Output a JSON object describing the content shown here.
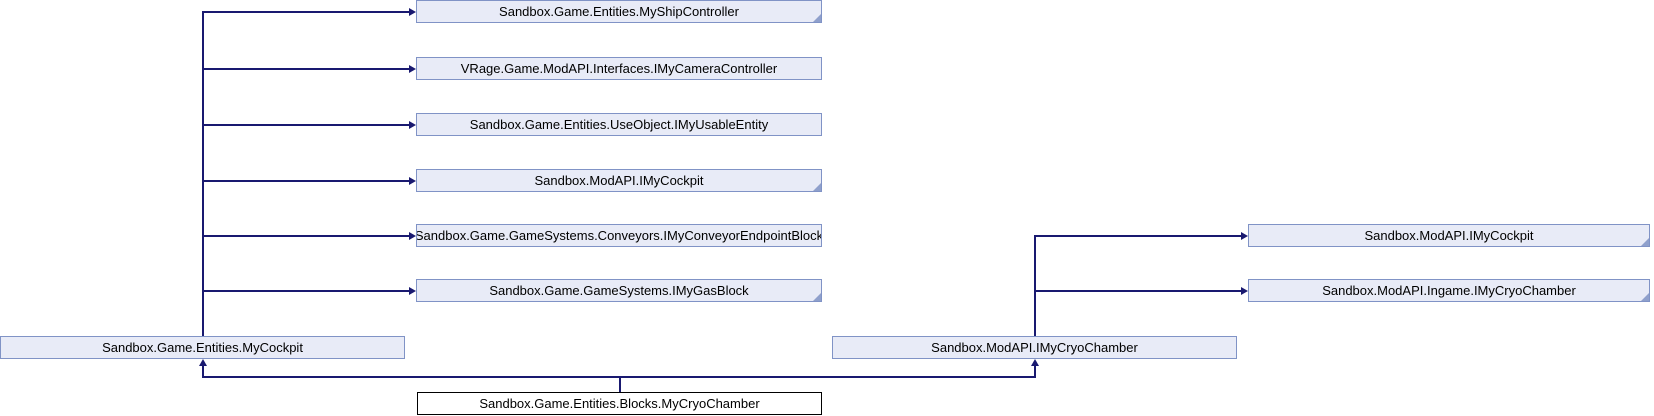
{
  "diagram_type": "class-inheritance-graph",
  "nodes": {
    "my_ship_controller": "Sandbox.Game.Entities.MyShipController",
    "imy_camera_controller": "VRage.Game.ModAPI.Interfaces.IMyCameraController",
    "imy_usable_entity": "Sandbox.Game.Entities.UseObject.IMyUsableEntity",
    "imy_cockpit_left": "Sandbox.ModAPI.IMyCockpit",
    "imy_conveyor_endpoint_block": "Sandbox.Game.GameSystems.Conveyors.IMyConveyorEndpointBlock",
    "imy_gas_block": "Sandbox.Game.GameSystems.IMyGasBlock",
    "my_cockpit": "Sandbox.Game.Entities.MyCockpit",
    "imy_cryo_chamber": "Sandbox.ModAPI.IMyCryoChamber",
    "imy_cockpit_right": "Sandbox.ModAPI.IMyCockpit",
    "ingame_imy_cryo_chamber": "Sandbox.ModAPI.Ingame.IMyCryoChamber",
    "my_cryo_chamber": "Sandbox.Game.Entities.Blocks.MyCryoChamber"
  },
  "colors": {
    "node_fill": "#e8ebf7",
    "node_border": "#8093c6",
    "edge": "#191970",
    "main_node_fill": "#ffffff",
    "main_node_border": "#000000"
  }
}
